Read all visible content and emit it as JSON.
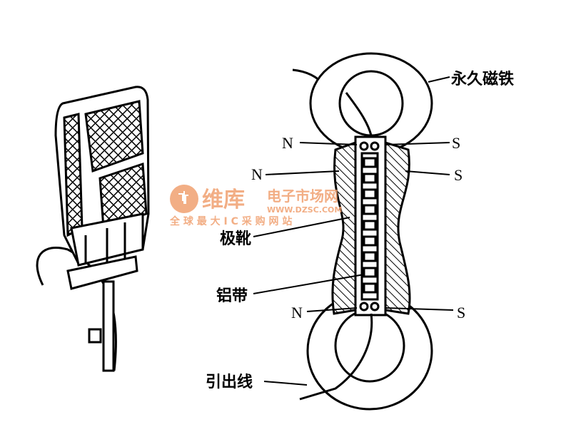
{
  "labels": {
    "permanent_magnet": "永久磁铁",
    "n_top": "N",
    "s_top": "S",
    "n_pole": "N",
    "s_pole": "S",
    "pole_shoe": "极靴",
    "aluminum_ribbon": "铝带",
    "n_bottom": "N",
    "s_bottom": "S",
    "lead_wire": "引出线"
  },
  "watermark": {
    "brand": "维库",
    "name": "电子市场网",
    "url": "WWW.DZSC.COM",
    "slogan": "全 球 最 大 I C 采 购 网 站",
    "color": "#f0a070"
  }
}
